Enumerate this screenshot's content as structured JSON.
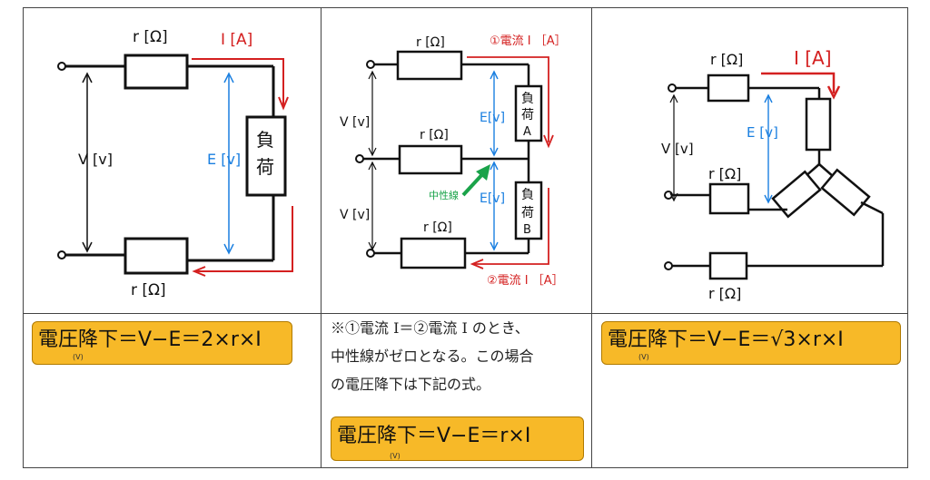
{
  "panel1": {
    "r_top": "r [Ω]",
    "r_bottom": "r [Ω]",
    "current": "I [A]",
    "voltage_V": "V [v]",
    "voltage_E": "E [v]",
    "load_line1": "負",
    "load_line2": "荷",
    "formula": "電圧降下＝V−E＝2×r×I",
    "formula_sub": "(V)"
  },
  "panel2": {
    "r_top": "r [Ω]",
    "r_mid": "r [Ω]",
    "r_bottom": "r [Ω]",
    "current1": "①電流 I ［A］",
    "current2": "②電流 I ［A］",
    "voltage_V1": "V [v]",
    "voltage_V2": "V [v]",
    "voltage_E1": "E[v]",
    "voltage_E2": "E[v]",
    "loadA": [
      "負",
      "荷",
      "A"
    ],
    "loadB": [
      "負",
      "荷",
      "B"
    ],
    "neutral": "中性線",
    "note_line1": "※①電流 I＝②電流 I のとき、",
    "note_line2": "中性線がゼロとなる。この場合",
    "note_line3": "の電圧降下は下記の式。",
    "formula": "電圧降下＝V−E＝r×I",
    "formula_sub": "(V)"
  },
  "panel3": {
    "r_top": "r [Ω]",
    "r_mid": "r [Ω]",
    "r_bottom": "r [Ω]",
    "current": "I [A]",
    "voltage_V": "V [v]",
    "voltage_E": "E [v]",
    "formula": "電圧降下＝V−E＝√3×r×I",
    "formula_sub": "(V)"
  },
  "colors": {
    "current": "#d42020",
    "voltage_E": "#1a7fe0",
    "neutral": "#1aa34a",
    "formula_bg": "#f7b928"
  }
}
